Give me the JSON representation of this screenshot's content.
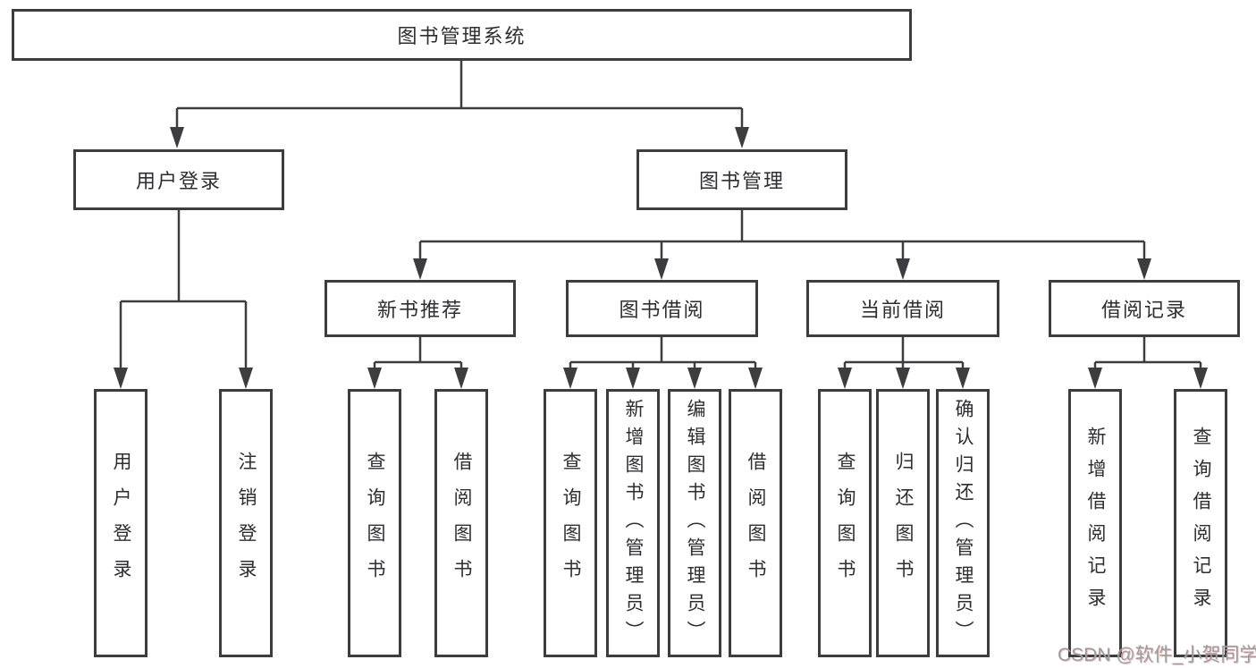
{
  "title": "图书管理系统",
  "tree": {
    "root": {
      "label": "图书管理系统"
    },
    "level2": [
      {
        "label": "用户登录",
        "parent": "图书管理系统"
      },
      {
        "label": "图书管理",
        "parent": "图书管理系统"
      }
    ],
    "level3": [
      {
        "label": "新书推荐",
        "parent": "图书管理"
      },
      {
        "label": "图书借阅",
        "parent": "图书管理"
      },
      {
        "label": "当前借阅",
        "parent": "图书管理"
      },
      {
        "label": "借阅记录",
        "parent": "图书管理"
      }
    ],
    "leaves": [
      {
        "label": "用户登录",
        "parent": "用户登录"
      },
      {
        "label": "注销登录",
        "parent": "用户登录"
      },
      {
        "label": "查询图书",
        "parent": "新书推荐"
      },
      {
        "label": "借阅图书",
        "parent": "新书推荐"
      },
      {
        "label": "查询图书",
        "parent": "图书借阅"
      },
      {
        "label": "新增图书（管理员）",
        "parent": "图书借阅"
      },
      {
        "label": "编辑图书（管理员）",
        "parent": "图书借阅"
      },
      {
        "label": "借阅图书",
        "parent": "图书借阅"
      },
      {
        "label": "查询图书",
        "parent": "当前借阅"
      },
      {
        "label": "归还图书",
        "parent": "当前借阅"
      },
      {
        "label": "确认归还（管理员）",
        "parent": "当前借阅"
      },
      {
        "label": "新增借阅记录",
        "parent": "借阅记录"
      },
      {
        "label": "查询借阅记录",
        "parent": "借阅记录"
      }
    ]
  },
  "watermark": "CSDN @软件_小贺同学",
  "colors": {
    "line": "#3d3d3f",
    "box_border": "#3d3d3f",
    "text": "#2e2e30",
    "background": "#ffffff",
    "watermark": "#9c9c9c",
    "watermark_shadow": "#e88b8b"
  }
}
